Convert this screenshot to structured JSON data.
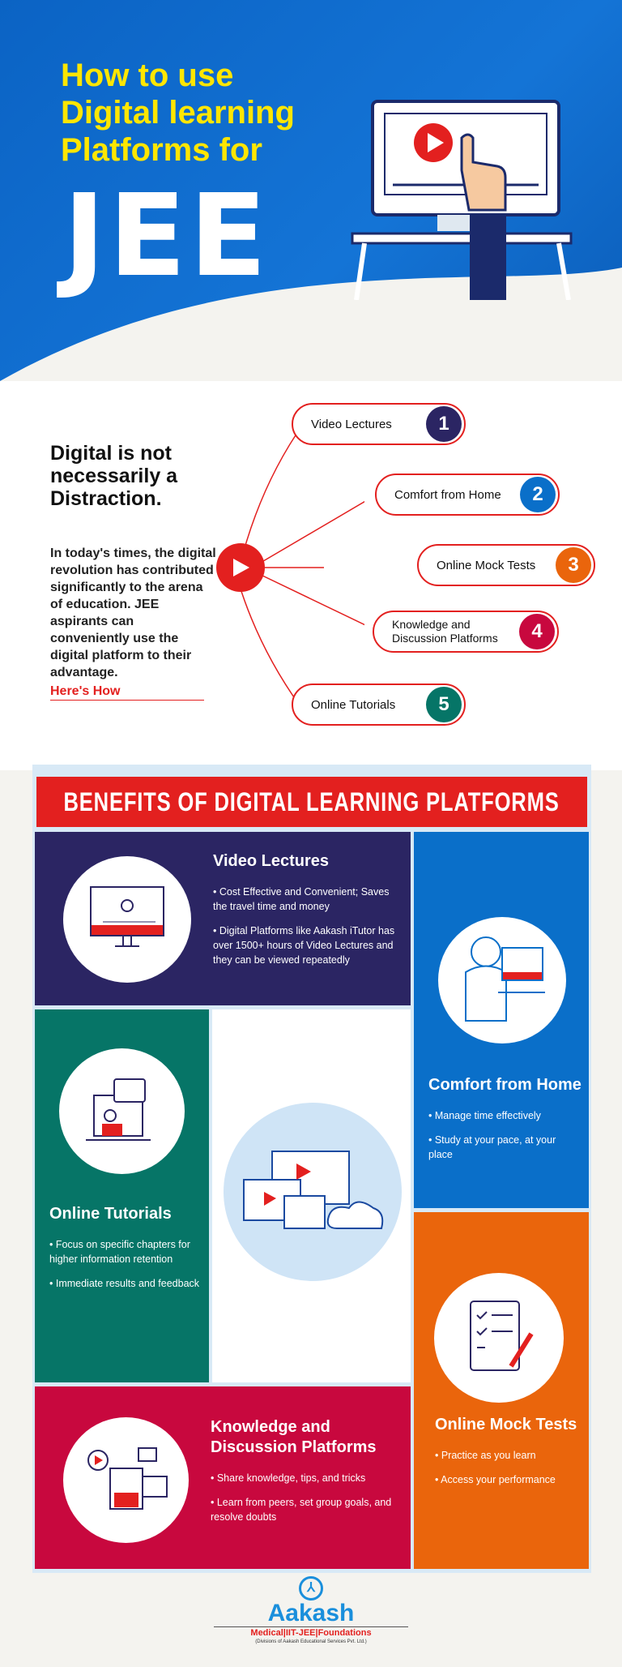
{
  "hero": {
    "title_lines": [
      "How to use",
      "Digital learning",
      "Platforms for"
    ],
    "big": "JEE"
  },
  "intro": {
    "heading": "Digital is not necessarily a Distraction.",
    "body": "In today's times, the digital revolution has contributed significantly to the arena of education. JEE aspirants can conveniently use the digital platform to their advantage.",
    "link": "Here's How"
  },
  "ways": [
    {
      "label": "Video Lectures",
      "num": "1",
      "color": "#2b2563"
    },
    {
      "label": "Comfort from Home",
      "num": "2",
      "color": "#0a6fc9"
    },
    {
      "label": "Online Mock Tests",
      "num": "3",
      "color": "#ea650c"
    },
    {
      "label": "Knowledge and Discussion Platforms",
      "num": "4",
      "color": "#c8083e"
    },
    {
      "label": "Online Tutorials",
      "num": "5",
      "color": "#067567"
    }
  ],
  "benefits": {
    "title": "BENEFITS OF DIGITAL LEARNING PLATFORMS",
    "video": {
      "title": "Video Lectures",
      "points": [
        "• Cost Effective and Convenient; Saves the travel time and money",
        "• Digital Platforms like Aakash iTutor has over 1500+ hours of Video Lectures and they can be viewed repeatedly"
      ]
    },
    "home": {
      "title": "Comfort from Home",
      "points": [
        "• Manage time effectively",
        "• Study at your pace, at your place"
      ]
    },
    "tutorials": {
      "title": "Online Tutorials",
      "points": [
        "• Focus on specific chapters for higher information retention",
        "• Immediate results and feedback"
      ]
    },
    "knowledge": {
      "title": "Knowledge and Discussion Platforms",
      "points": [
        "• Share knowledge, tips, and tricks",
        "• Learn from peers, set group goals, and resolve doubts"
      ]
    },
    "mock": {
      "title": "Online Mock Tests",
      "points": [
        "• Practice as you learn",
        "• Access your performance"
      ]
    }
  },
  "footer": {
    "brand": "Aakash",
    "tagline": "Medical|IIT-JEE|Foundations",
    "sub": "(Divisions of Aakash Educational Services Pvt. Ltd.)"
  },
  "colors": {
    "red": "#e3201f",
    "yellow": "#ffe600",
    "navy": "#2b2563",
    "blue": "#0a6fc9",
    "green": "#067567",
    "crimson": "#c8083e",
    "orange": "#ea650c"
  }
}
